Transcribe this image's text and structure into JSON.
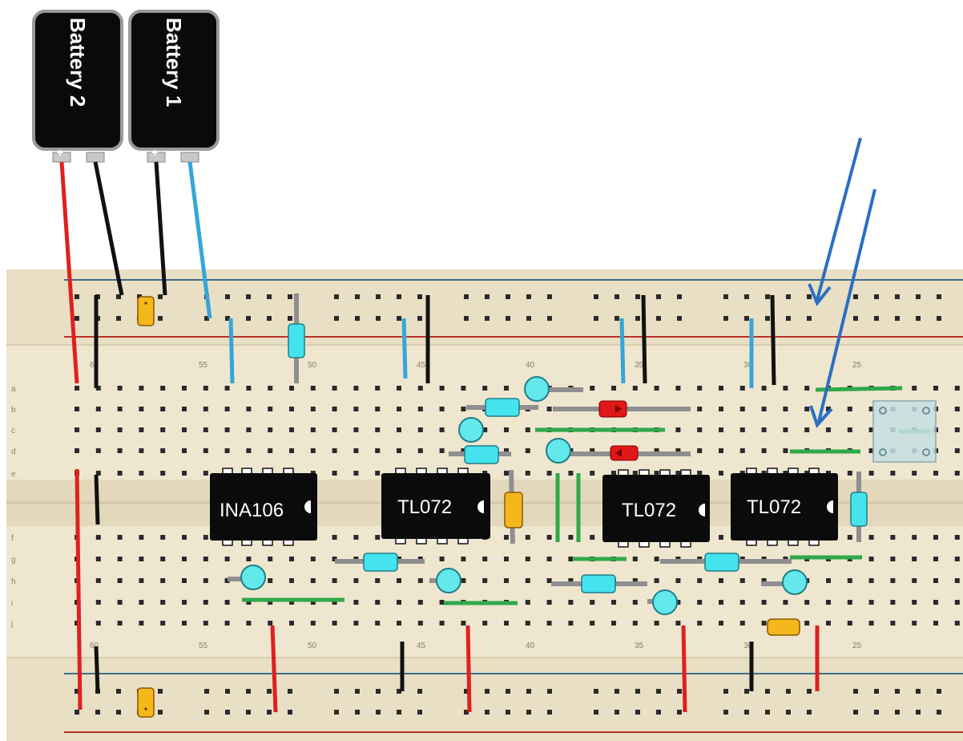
{
  "batteries": [
    {
      "label": "Battery 2",
      "plus": "+"
    },
    {
      "label": "Battery 1",
      "plus": "+"
    }
  ],
  "chips": [
    {
      "label": "INA106"
    },
    {
      "label": "TL072"
    },
    {
      "label": "TL072"
    },
    {
      "label": "TL072"
    }
  ],
  "board": {
    "row_letters": [
      "a",
      "b",
      "c",
      "d",
      "e",
      "f",
      "g",
      "h",
      "i",
      "j"
    ],
    "col_numbers": [
      "60",
      "55",
      "50",
      "45",
      "40",
      "35",
      "30",
      "25"
    ]
  },
  "colors": {
    "board": "#efe6cf",
    "wire_red": "#e02020",
    "wire_black": "#111111",
    "wire_blue": "#35a6d9",
    "wire_green": "#2fa84a",
    "resistor": "#45e3ee",
    "capacitor": "#f5b71b",
    "chip": "#0b0b0b",
    "arrow": "#2a6fc2",
    "led": "#e01818"
  }
}
